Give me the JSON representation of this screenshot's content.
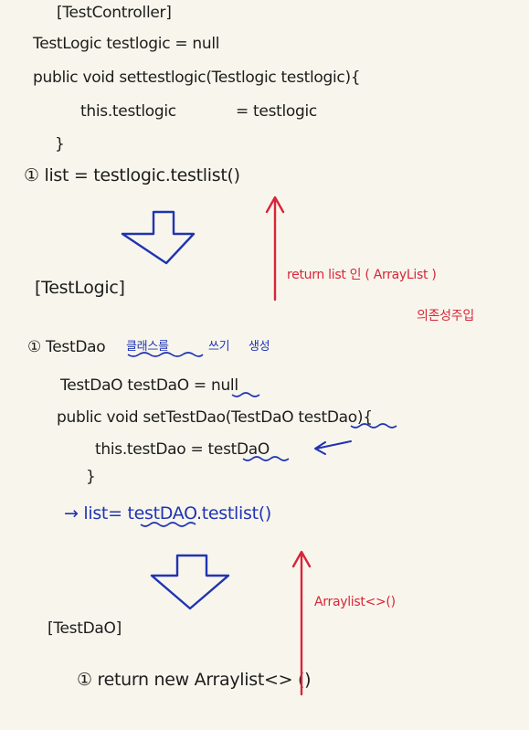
{
  "section1": {
    "header": "[TestController]",
    "line1": "TestLogic  testlogic = null",
    "line2": "public void settestlogic(Testlogic testlogic){",
    "line3a": "this.testlogic",
    "line3b": "= testlogic",
    "line4": "}",
    "step": "① list = testlogic.testlist()"
  },
  "section2": {
    "header": "[TestLogic]",
    "step_prefix": "① TestDao",
    "step_annot1": "클래스를",
    "step_annot2": "쓰기",
    "step_annot3": "생성",
    "line1a": "TestDaO  testDaO = ",
    "line1b": "null",
    "line2a": "public void setTestDao(TestDaO ",
    "line2b": "testDao",
    "line2c": "){",
    "line3a": "this.testDao = ",
    "line3b": "testDaO",
    "line4": "}",
    "line5a": "→ list= ",
    "line5b": "testDAO",
    "line5c": ".testlist()"
  },
  "section3": {
    "header": "[TestDaO]",
    "step": "① return  new  Arraylist<> ()"
  },
  "annotations": {
    "return_list": "return list 인 ( ArrayList )",
    "return_list_2": "의존성주입",
    "arraylist": "Arraylist<>()"
  },
  "colors": {
    "ink": "#1c1c1c",
    "blue": "#2033b4",
    "red": "#d8253a"
  }
}
